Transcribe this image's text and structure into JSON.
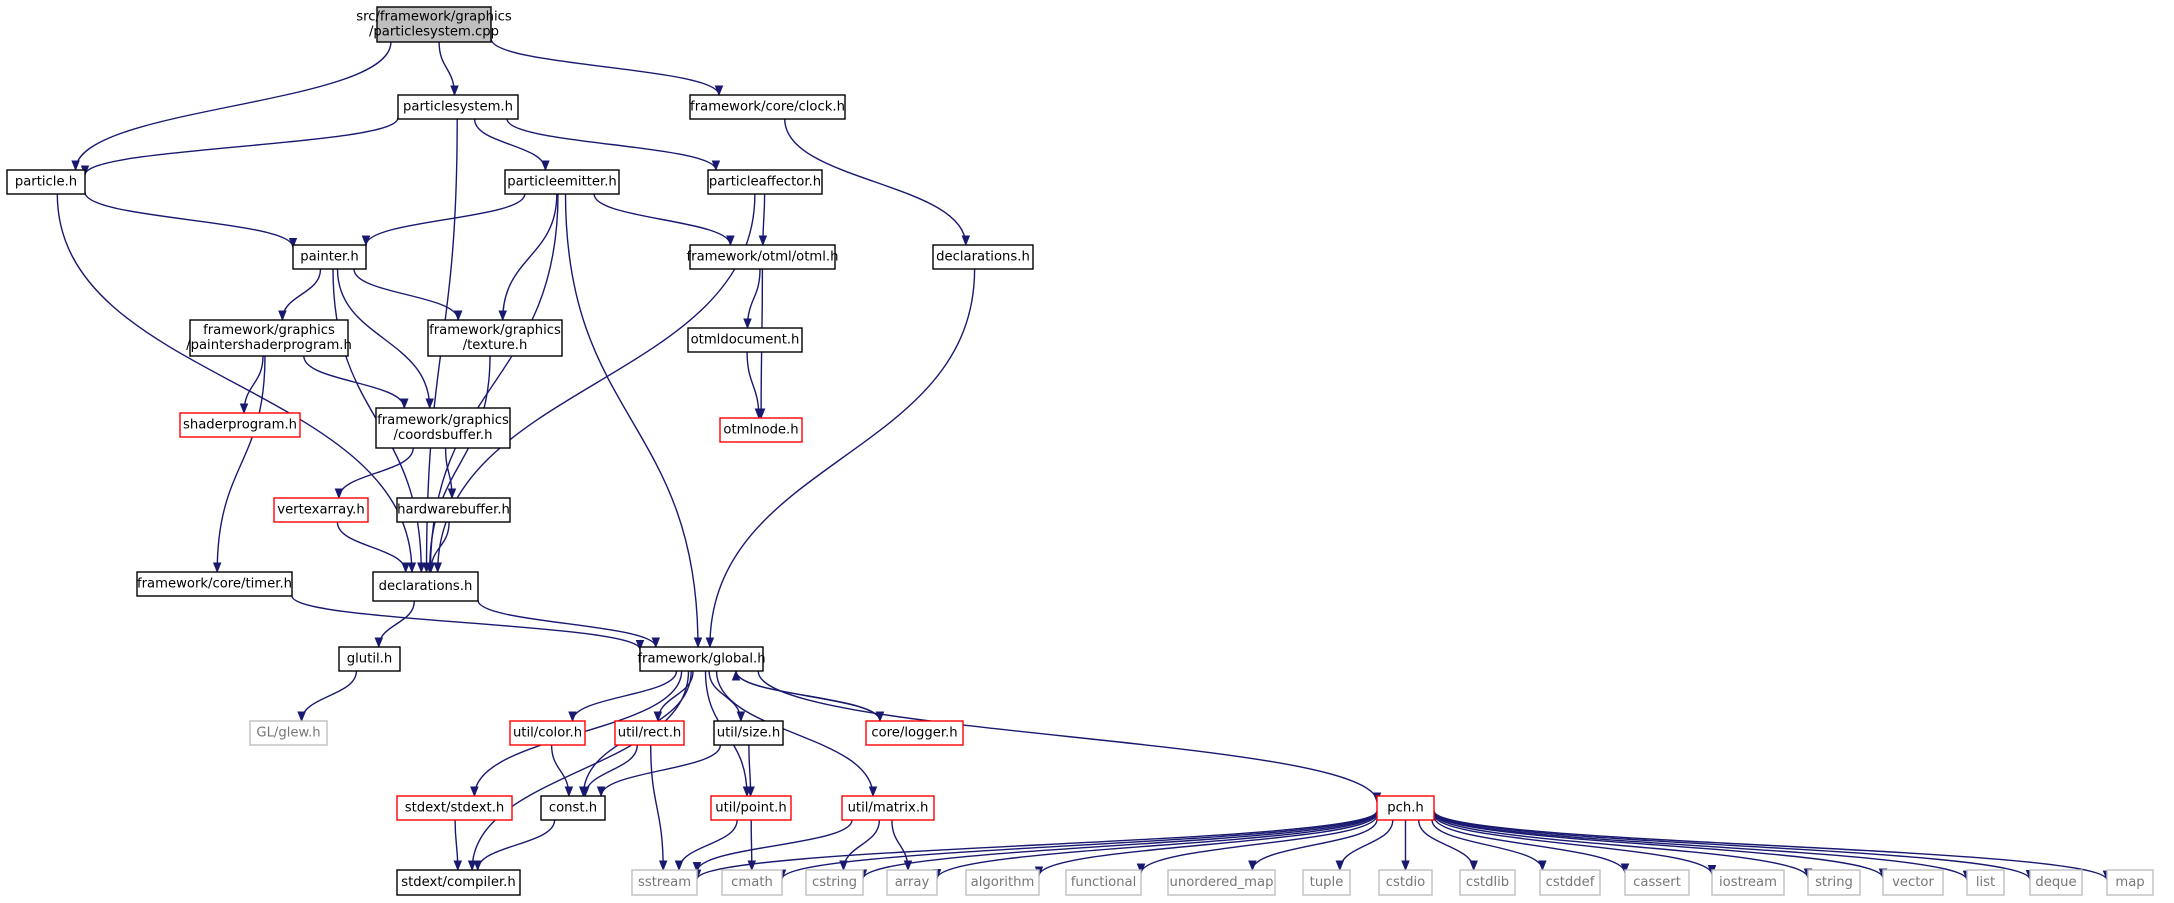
{
  "colors": {
    "edge": "#191970",
    "root_fill": "#bfbfbf",
    "border_normal": "#000000",
    "border_truncated": "#ff0000",
    "border_external": "#bfbfbf"
  },
  "nodes": [
    {
      "id": "root",
      "lines": [
        "src/framework/graphics",
        "/particlesystem.cpp"
      ],
      "style": "root"
    },
    {
      "id": "particlesystem_h",
      "lines": [
        "particlesystem.h"
      ],
      "style": "normal"
    },
    {
      "id": "clock_h",
      "lines": [
        "framework/core/clock.h"
      ],
      "style": "normal"
    },
    {
      "id": "particle_h",
      "lines": [
        "particle.h"
      ],
      "style": "normal"
    },
    {
      "id": "particleemitter_h",
      "lines": [
        "particleemitter.h"
      ],
      "style": "normal"
    },
    {
      "id": "particleaffector_h",
      "lines": [
        "particleaffector.h"
      ],
      "style": "normal"
    },
    {
      "id": "painter_h",
      "lines": [
        "painter.h"
      ],
      "style": "normal"
    },
    {
      "id": "otml_h",
      "lines": [
        "framework/otml/otml.h"
      ],
      "style": "normal"
    },
    {
      "id": "decl_core_h",
      "lines": [
        "declarations.h"
      ],
      "style": "normal"
    },
    {
      "id": "psp_h",
      "lines": [
        "framework/graphics",
        "/paintershaderprogram.h"
      ],
      "style": "normal"
    },
    {
      "id": "texture_h",
      "lines": [
        "framework/graphics",
        "/texture.h"
      ],
      "style": "normal"
    },
    {
      "id": "otmldocument_h",
      "lines": [
        "otmldocument.h"
      ],
      "style": "normal"
    },
    {
      "id": "shaderprogram_h",
      "lines": [
        "shaderprogram.h"
      ],
      "style": "truncated"
    },
    {
      "id": "coordsbuffer_h",
      "lines": [
        "framework/graphics",
        "/coordsbuffer.h"
      ],
      "style": "normal"
    },
    {
      "id": "otmlnode_h",
      "lines": [
        "otmlnode.h"
      ],
      "style": "truncated"
    },
    {
      "id": "vertexarray_h",
      "lines": [
        "vertexarray.h"
      ],
      "style": "truncated"
    },
    {
      "id": "hardwarebuffer_h",
      "lines": [
        "hardwarebuffer.h"
      ],
      "style": "normal"
    },
    {
      "id": "timer_h",
      "lines": [
        "framework/core/timer.h"
      ],
      "style": "normal"
    },
    {
      "id": "decl_gfx_h",
      "lines": [
        "declarations.h"
      ],
      "style": "normal"
    },
    {
      "id": "glutil_h",
      "lines": [
        "glutil.h"
      ],
      "style": "normal"
    },
    {
      "id": "global_h",
      "lines": [
        "framework/global.h"
      ],
      "style": "normal"
    },
    {
      "id": "glew_h",
      "lines": [
        "GL/glew.h"
      ],
      "style": "external"
    },
    {
      "id": "color_h",
      "lines": [
        "util/color.h"
      ],
      "style": "truncated"
    },
    {
      "id": "rect_h",
      "lines": [
        "util/rect.h"
      ],
      "style": "truncated"
    },
    {
      "id": "size_h",
      "lines": [
        "util/size.h"
      ],
      "style": "normal"
    },
    {
      "id": "logger_h",
      "lines": [
        "core/logger.h"
      ],
      "style": "truncated"
    },
    {
      "id": "stdext_h",
      "lines": [
        "stdext/stdext.h"
      ],
      "style": "truncated"
    },
    {
      "id": "const_h",
      "lines": [
        "const.h"
      ],
      "style": "normal"
    },
    {
      "id": "point_h",
      "lines": [
        "util/point.h"
      ],
      "style": "truncated"
    },
    {
      "id": "matrix_h",
      "lines": [
        "util/matrix.h"
      ],
      "style": "truncated"
    },
    {
      "id": "pch_h",
      "lines": [
        "pch.h"
      ],
      "style": "truncated"
    },
    {
      "id": "compiler_h",
      "lines": [
        "stdext/compiler.h"
      ],
      "style": "normal"
    },
    {
      "id": "sstream",
      "lines": [
        "sstream"
      ],
      "style": "external"
    },
    {
      "id": "cmath",
      "lines": [
        "cmath"
      ],
      "style": "external"
    },
    {
      "id": "cstring",
      "lines": [
        "cstring"
      ],
      "style": "external"
    },
    {
      "id": "array",
      "lines": [
        "array"
      ],
      "style": "external"
    },
    {
      "id": "algorithm",
      "lines": [
        "algorithm"
      ],
      "style": "external"
    },
    {
      "id": "functional",
      "lines": [
        "functional"
      ],
      "style": "external"
    },
    {
      "id": "unordered_map",
      "lines": [
        "unordered_map"
      ],
      "style": "external"
    },
    {
      "id": "tuple",
      "lines": [
        "tuple"
      ],
      "style": "external"
    },
    {
      "id": "cstdio",
      "lines": [
        "cstdio"
      ],
      "style": "external"
    },
    {
      "id": "cstdlib",
      "lines": [
        "cstdlib"
      ],
      "style": "external"
    },
    {
      "id": "cstddef",
      "lines": [
        "cstddef"
      ],
      "style": "external"
    },
    {
      "id": "cassert",
      "lines": [
        "cassert"
      ],
      "style": "external"
    },
    {
      "id": "iostream",
      "lines": [
        "iostream"
      ],
      "style": "external"
    },
    {
      "id": "string",
      "lines": [
        "string"
      ],
      "style": "external"
    },
    {
      "id": "vector",
      "lines": [
        "vector"
      ],
      "style": "external"
    },
    {
      "id": "list",
      "lines": [
        "list"
      ],
      "style": "external"
    },
    {
      "id": "deque",
      "lines": [
        "deque"
      ],
      "style": "external"
    },
    {
      "id": "map",
      "lines": [
        "map"
      ],
      "style": "external"
    }
  ],
  "edges": [
    [
      "root",
      "particle_h"
    ],
    [
      "root",
      "particlesystem_h"
    ],
    [
      "root",
      "clock_h"
    ],
    [
      "particlesystem_h",
      "particle_h"
    ],
    [
      "particlesystem_h",
      "particleemitter_h"
    ],
    [
      "particlesystem_h",
      "particleaffector_h"
    ],
    [
      "particlesystem_h",
      "decl_gfx_h"
    ],
    [
      "clock_h",
      "decl_core_h"
    ],
    [
      "particle_h",
      "painter_h"
    ],
    [
      "particle_h",
      "decl_gfx_h"
    ],
    [
      "particleemitter_h",
      "painter_h"
    ],
    [
      "particleemitter_h",
      "otml_h"
    ],
    [
      "particleemitter_h",
      "texture_h"
    ],
    [
      "particleemitter_h",
      "decl_gfx_h"
    ],
    [
      "particleemitter_h",
      "global_h"
    ],
    [
      "particleaffector_h",
      "otml_h"
    ],
    [
      "particleaffector_h",
      "decl_gfx_h"
    ],
    [
      "painter_h",
      "psp_h"
    ],
    [
      "painter_h",
      "texture_h"
    ],
    [
      "painter_h",
      "coordsbuffer_h"
    ],
    [
      "painter_h",
      "decl_gfx_h"
    ],
    [
      "otml_h",
      "otmldocument_h"
    ],
    [
      "otml_h",
      "otmlnode_h"
    ],
    [
      "otmldocument_h",
      "otmlnode_h"
    ],
    [
      "decl_core_h",
      "global_h"
    ],
    [
      "psp_h",
      "shaderprogram_h"
    ],
    [
      "psp_h",
      "coordsbuffer_h"
    ],
    [
      "psp_h",
      "timer_h"
    ],
    [
      "texture_h",
      "decl_gfx_h"
    ],
    [
      "coordsbuffer_h",
      "vertexarray_h"
    ],
    [
      "coordsbuffer_h",
      "hardwarebuffer_h"
    ],
    [
      "vertexarray_h",
      "decl_gfx_h"
    ],
    [
      "hardwarebuffer_h",
      "decl_gfx_h"
    ],
    [
      "timer_h",
      "global_h"
    ],
    [
      "decl_gfx_h",
      "glutil_h"
    ],
    [
      "decl_gfx_h",
      "global_h"
    ],
    [
      "glutil_h",
      "glew_h"
    ],
    [
      "global_h",
      "color_h"
    ],
    [
      "global_h",
      "rect_h"
    ],
    [
      "global_h",
      "size_h"
    ],
    [
      "global_h",
      "logger_h"
    ],
    [
      "global_h",
      "stdext_h"
    ],
    [
      "global_h",
      "const_h"
    ],
    [
      "global_h",
      "point_h"
    ],
    [
      "global_h",
      "matrix_h"
    ],
    [
      "global_h",
      "pch_h"
    ],
    [
      "global_h",
      "compiler_h"
    ],
    [
      "logger_h",
      "global_h"
    ],
    [
      "color_h",
      "const_h"
    ],
    [
      "rect_h",
      "const_h"
    ],
    [
      "rect_h",
      "sstream"
    ],
    [
      "size_h",
      "const_h"
    ],
    [
      "size_h",
      "point_h"
    ],
    [
      "stdext_h",
      "compiler_h"
    ],
    [
      "const_h",
      "compiler_h"
    ],
    [
      "point_h",
      "sstream"
    ],
    [
      "point_h",
      "cmath"
    ],
    [
      "matrix_h",
      "sstream"
    ],
    [
      "matrix_h",
      "cstring"
    ],
    [
      "matrix_h",
      "array"
    ],
    [
      "pch_h",
      "sstream"
    ],
    [
      "pch_h",
      "cmath"
    ],
    [
      "pch_h",
      "cstring"
    ],
    [
      "pch_h",
      "array"
    ],
    [
      "pch_h",
      "algorithm"
    ],
    [
      "pch_h",
      "functional"
    ],
    [
      "pch_h",
      "unordered_map"
    ],
    [
      "pch_h",
      "tuple"
    ],
    [
      "pch_h",
      "cstdio"
    ],
    [
      "pch_h",
      "cstdlib"
    ],
    [
      "pch_h",
      "cstddef"
    ],
    [
      "pch_h",
      "cassert"
    ],
    [
      "pch_h",
      "iostream"
    ],
    [
      "pch_h",
      "string"
    ],
    [
      "pch_h",
      "vector"
    ],
    [
      "pch_h",
      "list"
    ],
    [
      "pch_h",
      "deque"
    ],
    [
      "pch_h",
      "map"
    ]
  ]
}
